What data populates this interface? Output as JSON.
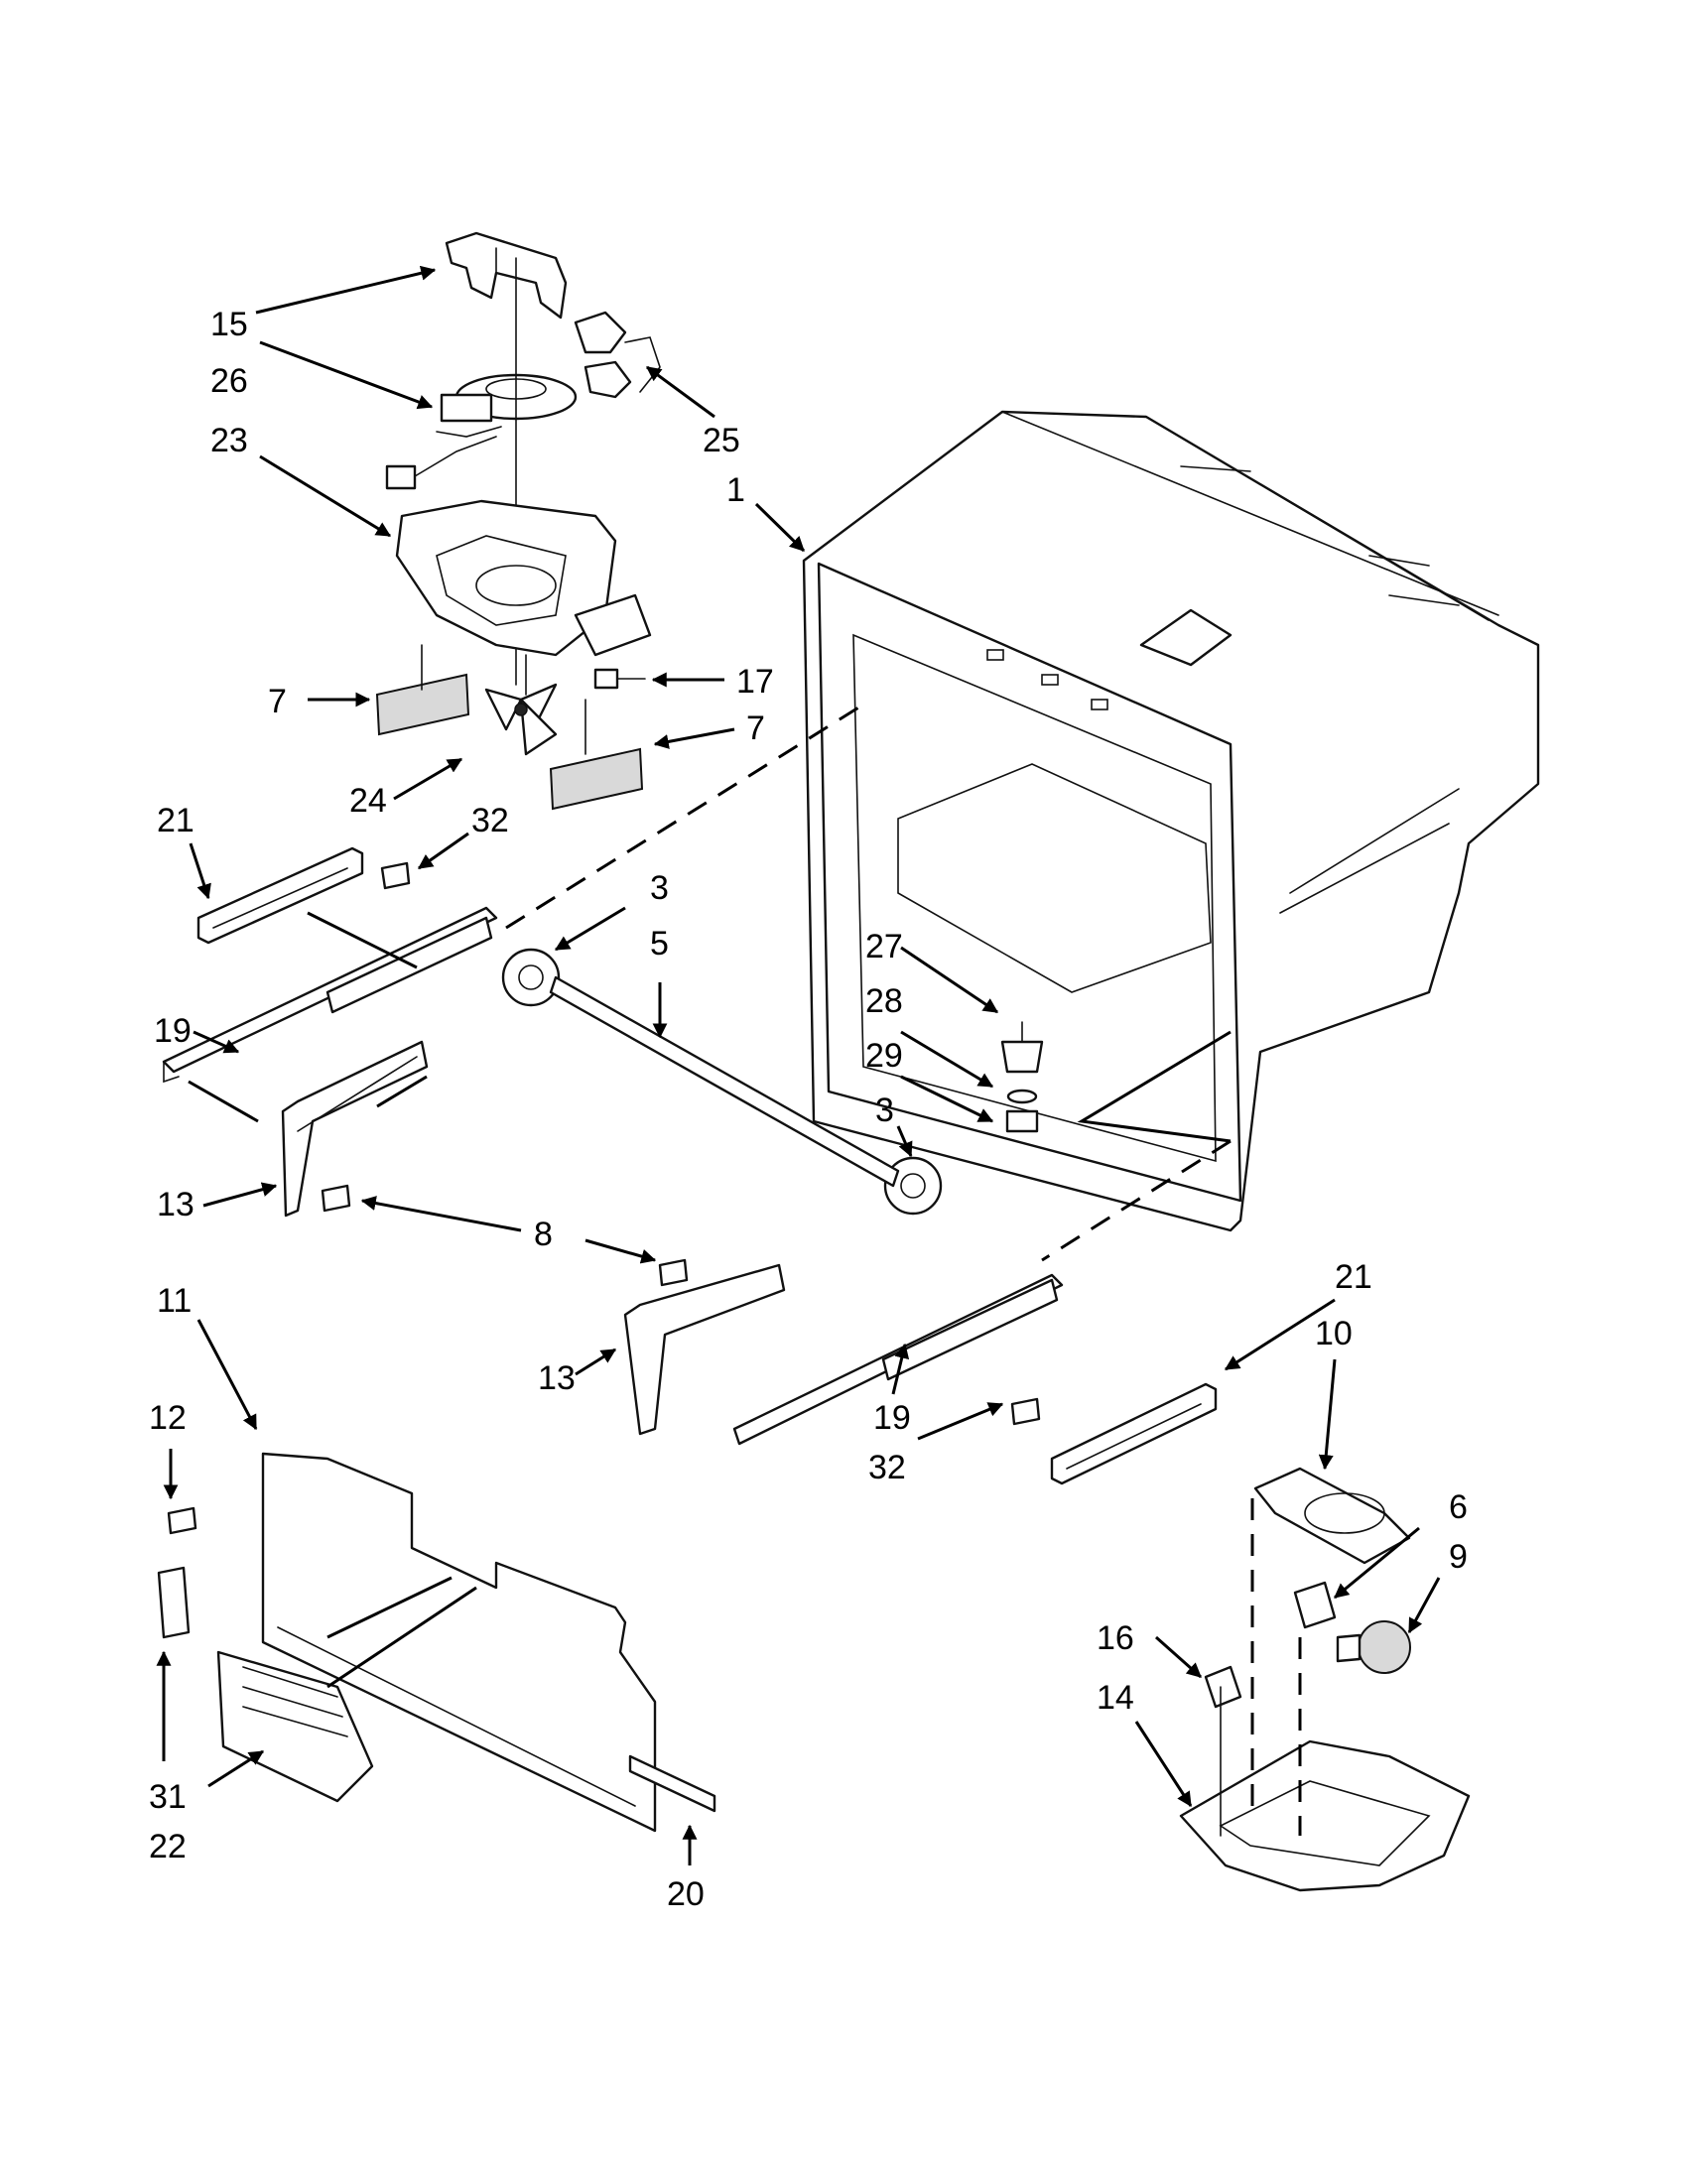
{
  "callouts": [
    "15",
    "26",
    "23",
    "25",
    "1",
    "7",
    "17",
    "7",
    "24",
    "21",
    "32",
    "3",
    "5",
    "19",
    "13",
    "8",
    "3",
    "27",
    "28",
    "29",
    "11",
    "12",
    "13",
    "21",
    "10",
    "19",
    "32",
    "6",
    "9",
    "31",
    "22",
    "20",
    "16",
    "14"
  ]
}
